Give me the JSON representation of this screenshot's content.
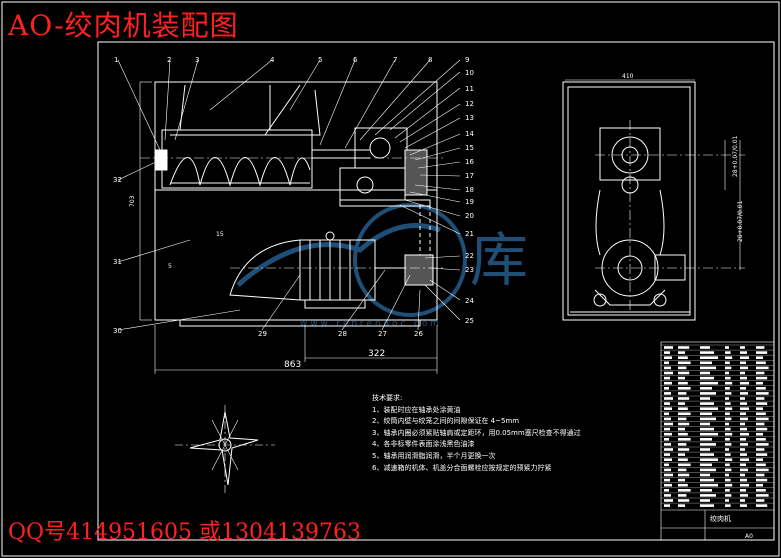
{
  "title": "AO-绞肉机装配图",
  "contact": "QQ号414951605  或1304139763",
  "watermark": {
    "text": "库",
    "url": "w w w . r e n r e n d o c . c o m"
  },
  "dimensions": {
    "overall_length": "863",
    "partial_length": "322",
    "height": "703",
    "right_width": "410",
    "offset_15": "15",
    "offset_5": "5",
    "tol_upper": "28+0.07/0.01",
    "tol_lower": "20+0.07/0.01"
  },
  "part_numbers_top": [
    "1",
    "2",
    "3",
    "4",
    "5",
    "6",
    "7",
    "8",
    "9"
  ],
  "part_numbers_right": [
    "10",
    "11",
    "12",
    "13",
    "14",
    "15",
    "16",
    "17",
    "18",
    "19",
    "20",
    "21",
    "22",
    "23",
    "24",
    "25"
  ],
  "part_numbers_left": [
    "32",
    "31",
    "30"
  ],
  "part_numbers_bottom": [
    "29",
    "28",
    "27",
    "26"
  ],
  "tech_notes": {
    "heading": "技术要求:",
    "items": [
      "1、装配时应在轴承处涂黄油",
      "2、绞筒内壁与绞笼之间的间隙保证在 4~5mm",
      "3、轴承内圈必须紧贴轴肩或定距环，用0.05mm塞尺检查不得通过",
      "4、各非标零件表面涂浅黑色油漆",
      "5、轴承用润滑脂润滑，半个月更换一次",
      "6、减速箱的机体、机盖分合面螺栓应按规定的预紧力拧紧"
    ]
  },
  "title_block": {
    "name": "绞肉机",
    "code": "A0"
  }
}
